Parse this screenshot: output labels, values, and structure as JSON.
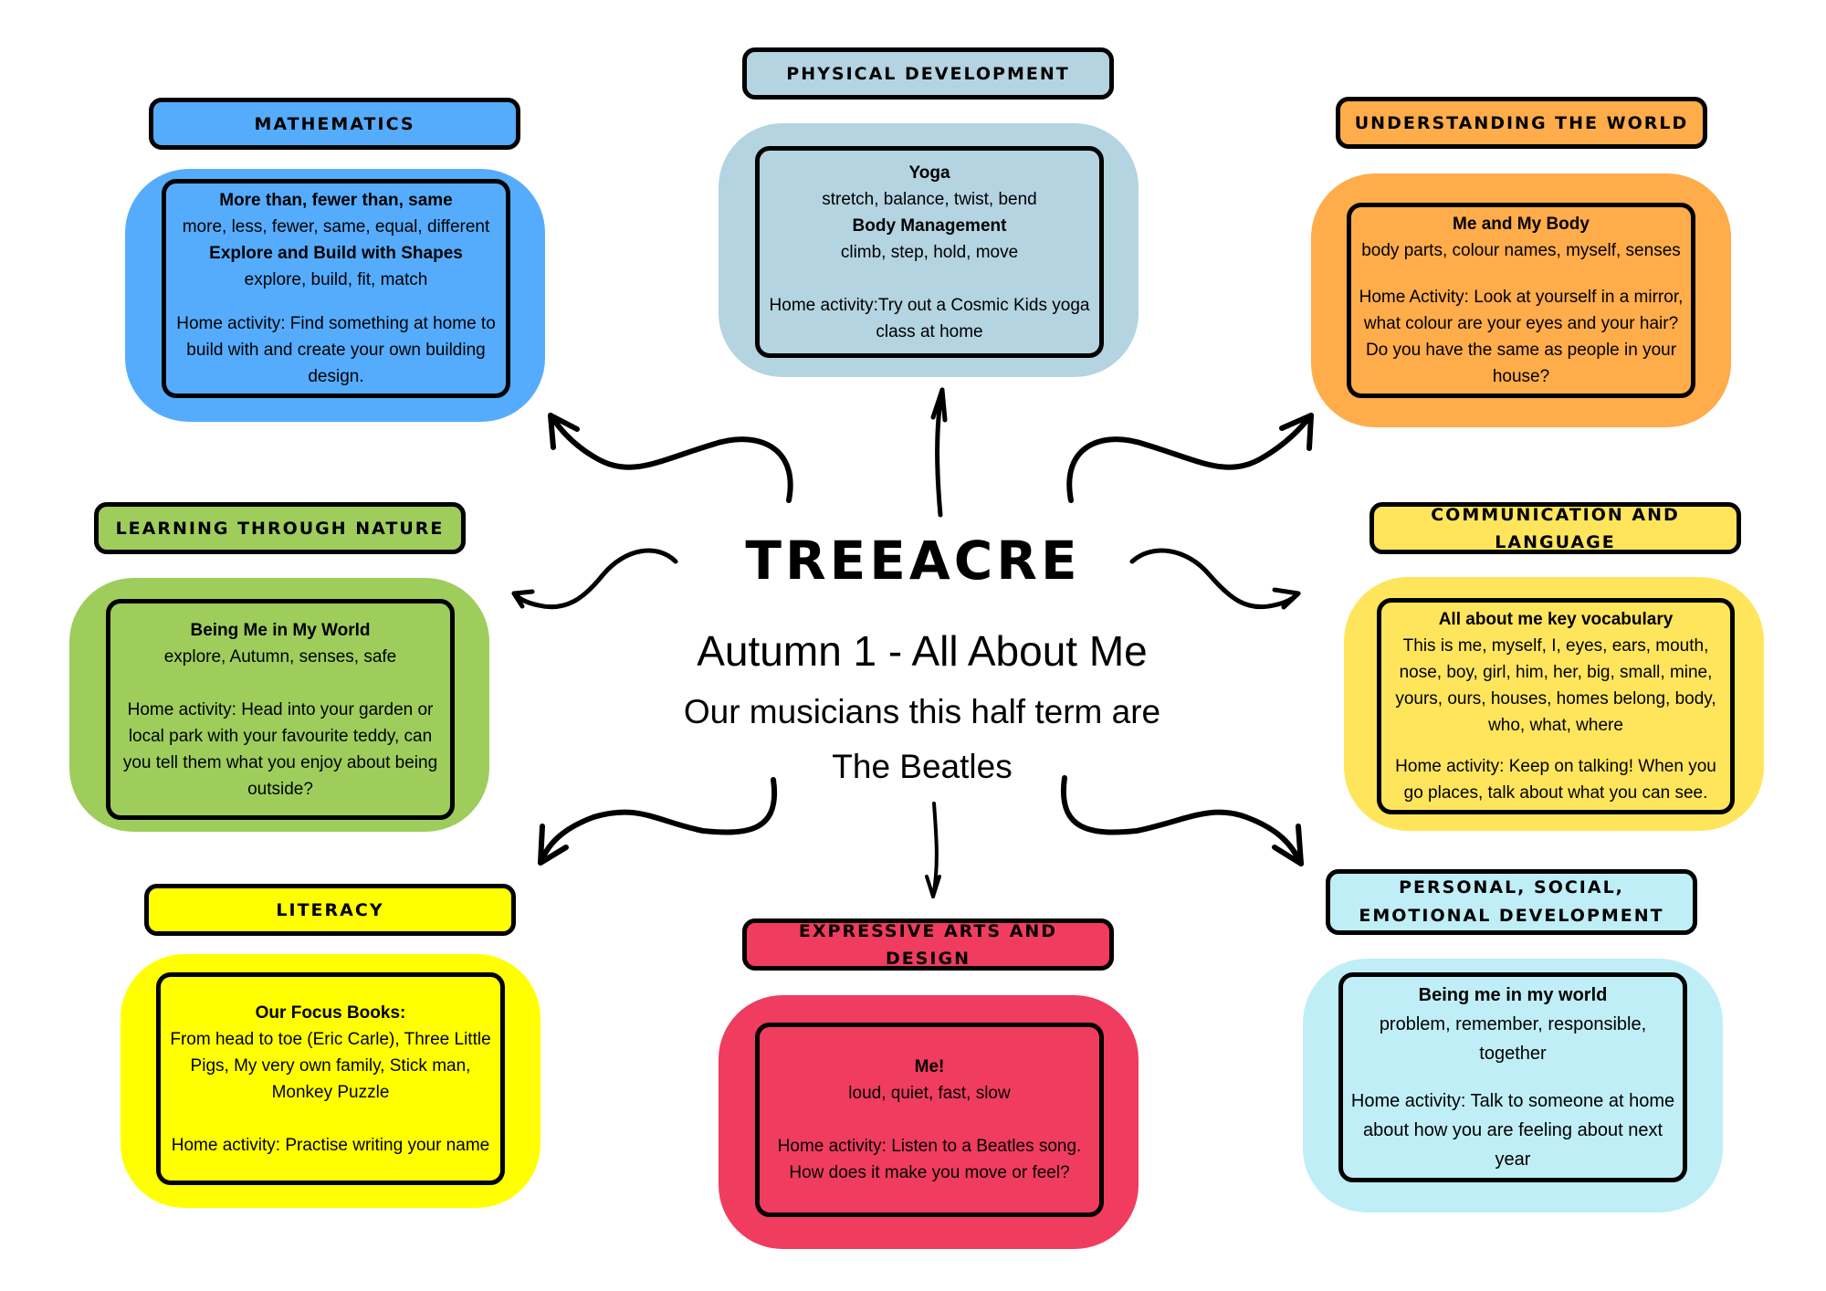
{
  "center": {
    "school_name": "TREEACRE",
    "term_title": "Autumn 1 - All About Me",
    "musicians_line1": "Our musicians this half term are",
    "musicians_line2": "The Beatles"
  },
  "sections": {
    "mathematics": {
      "title": "Mathematics",
      "color": "#55acfd",
      "lines": [
        {
          "text": "More than, fewer than, same",
          "bold": true
        },
        {
          "text": "more, less, fewer, same, equal, different",
          "bold": false
        },
        {
          "text": "Explore and Build with Shapes",
          "bold": true
        },
        {
          "text": "explore, build, fit, match",
          "bold": false
        }
      ],
      "home_activity": "Home activity: Find something at home to build with and create your own building design."
    },
    "physical_development": {
      "title": "Physical Development",
      "color": "#b3d4e0",
      "lines": [
        {
          "text": "Yoga",
          "bold": true
        },
        {
          "text": "stretch, balance, twist, bend",
          "bold": false
        },
        {
          "text": "Body Management",
          "bold": true
        },
        {
          "text": "climb, step, hold, move",
          "bold": false
        }
      ],
      "home_activity": "Home activity:Try out a Cosmic Kids yoga class at home"
    },
    "understanding_the_world": {
      "title": "Understanding the World",
      "color": "#ffac4a",
      "lines": [
        {
          "text": "Me and My Body",
          "bold": true
        },
        {
          "text": "body parts, colour names, myself, senses",
          "bold": false
        }
      ],
      "home_activity": "Home Activity: Look at yourself in a mirror, what colour are your eyes and your hair? Do you have the same as people in your house?"
    },
    "learning_through_nature": {
      "title": "Learning Through Nature",
      "color": "#9ecd5c",
      "lines": [
        {
          "text": "Being Me in My World",
          "bold": true
        },
        {
          "text": "explore, Autumn, senses, safe",
          "bold": false
        }
      ],
      "home_activity": "Home activity: Head into your garden or local park with your favourite teddy, can you tell them what you enjoy about being outside?"
    },
    "communication_and_language": {
      "title": "Communication and Language",
      "color": "#ffe55c",
      "lines": [
        {
          "text": "All about me key vocabulary",
          "bold": true
        },
        {
          "text": "This is me, myself, I, eyes, ears, mouth, nose, boy, girl, him, her, big, small, mine, yours, ours, houses, homes belong, body, who, what, where",
          "bold": false
        }
      ],
      "home_activity": "Home activity: Keep on talking! When you go places, talk about what you can see."
    },
    "literacy": {
      "title": "Literacy",
      "color": "#ffff00",
      "lines": [
        {
          "text": "Our Focus Books:",
          "bold": true
        },
        {
          "text": "From head to toe (Eric Carle), Three Little Pigs, My very own family, Stick man, Monkey Puzzle",
          "bold": false
        }
      ],
      "home_activity": "Home activity: Practise writing your name"
    },
    "expressive_arts_and_design": {
      "title": "Expressive Arts and Design",
      "color": "#f03c5e",
      "lines": [
        {
          "text": "Me!",
          "bold": true
        },
        {
          "text": "loud, quiet, fast, slow",
          "bold": false
        }
      ],
      "home_activity": "Home activity: Listen to a Beatles song. How does it make you move or feel?"
    },
    "personal_social_emotional": {
      "title": "Personal, Social, Emotional Development",
      "color": "#bfeef6",
      "lines": [
        {
          "text": "Being me in my world",
          "bold": true
        },
        {
          "text": "problem, remember, responsible, together",
          "bold": false
        }
      ],
      "home_activity": "Home activity: Talk to someone at home about how you are feeling about next year"
    }
  },
  "arrows": [
    {
      "from": "center",
      "to": "mathematics",
      "icon": "curved-arrow-icon"
    },
    {
      "from": "center",
      "to": "physical_development",
      "icon": "straight-arrow-icon"
    },
    {
      "from": "center",
      "to": "understanding_the_world",
      "icon": "curved-arrow-icon"
    },
    {
      "from": "center",
      "to": "learning_through_nature",
      "icon": "curved-arrow-icon"
    },
    {
      "from": "center",
      "to": "communication_and_language",
      "icon": "curved-arrow-icon"
    },
    {
      "from": "center",
      "to": "literacy",
      "icon": "curved-arrow-icon"
    },
    {
      "from": "center",
      "to": "expressive_arts_and_design",
      "icon": "straight-arrow-icon"
    },
    {
      "from": "center",
      "to": "personal_social_emotional",
      "icon": "curved-arrow-icon"
    }
  ]
}
